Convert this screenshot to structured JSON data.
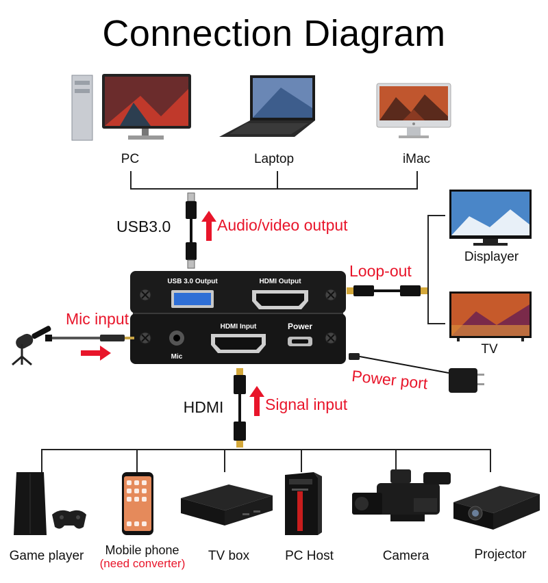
{
  "title": "Connection Diagram",
  "hosts": {
    "pc": "PC",
    "laptop": "Laptop",
    "imac": "iMac"
  },
  "usb_label": "USB3.0",
  "audio_video_output": "Audio/video output",
  "loop_out": "Loop-out",
  "displays": {
    "displayer": "Displayer",
    "tv": "TV"
  },
  "device": {
    "usb_port": "USB 3.0 Output",
    "hdmi_output": "HDMI Output",
    "hdmi_input": "HDMI Input",
    "power": "Power",
    "mic": "Mic"
  },
  "mic_input": "Mic input",
  "power_port": "Power port",
  "hdmi_label": "HDMI",
  "signal_input": "Signal input",
  "sources": {
    "game_player": "Game player",
    "mobile_phone": "Mobile phone",
    "mobile_note": "(need converter)",
    "tv_box": "TV box",
    "pc_host": "PC Host",
    "camera": "Camera",
    "projector": "Projector"
  },
  "colors": {
    "accent_red": "#e8152a",
    "device_body": "#1b1b1b",
    "usb_blue": "#2f6fd6"
  }
}
